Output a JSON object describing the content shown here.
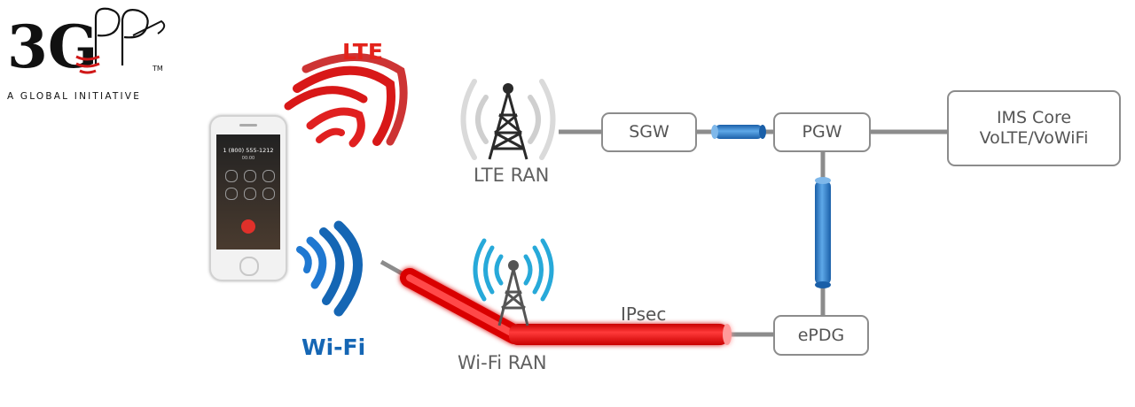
{
  "logo": {
    "brand": "3GPP",
    "tm": "TM",
    "tagline": "A GLOBAL INITIATIVE"
  },
  "phone": {
    "number": "1 (800) 555-1212",
    "status": "00:00"
  },
  "labels": {
    "lte": "LTE",
    "wifi": "Wi-Fi",
    "lte_ran": "LTE RAN",
    "wifi_ran": "Wi-Fi RAN",
    "ipsec": "IPsec"
  },
  "nodes": {
    "sgw": "SGW",
    "pgw": "PGW",
    "epdg": "ePDG",
    "ims_line1": "IMS Core",
    "ims_line2": "VoLTE/VoWiFi"
  },
  "colors": {
    "lte_red": "#e3231b",
    "wifi_blue": "#1566b4",
    "tunnel_blue": "#2a7cc8",
    "ipsec_red": "#ff1414",
    "line_gray": "#8c8c8c"
  }
}
